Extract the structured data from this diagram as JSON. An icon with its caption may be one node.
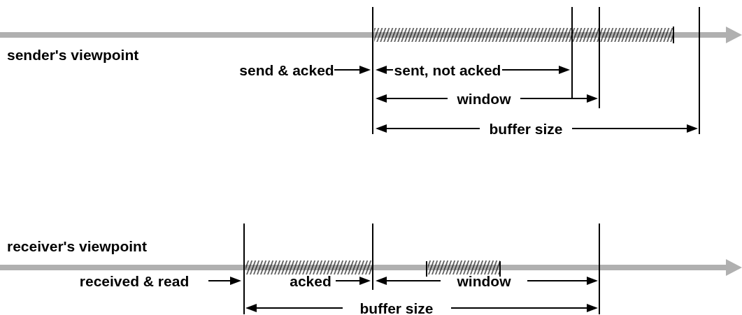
{
  "diagram": {
    "labels": [
      "sender's viewpoint",
      "send & acked",
      "sent, not acked",
      "window",
      "buffer size",
      "receiver's viewpoint",
      "received & read",
      "acked",
      "window",
      "buffer size"
    ]
  }
}
